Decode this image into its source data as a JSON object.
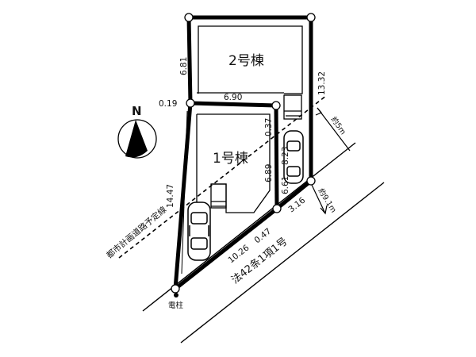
{
  "diagram": {
    "type": "site-plan",
    "colors": {
      "line": "#000000",
      "background": "#ffffff"
    },
    "buildings": [
      {
        "id": "building-2",
        "label": "2号棟"
      },
      {
        "id": "building-1",
        "label": "1号棟"
      }
    ],
    "compass": {
      "label": "N"
    },
    "dimensions": {
      "lot2_left": "6.81",
      "lot2_right": "13.32",
      "lot2_bottom": "6.90",
      "offset_019": "0.19",
      "lot1_left": "14.47",
      "lot1_right_upper": "0.37",
      "lot1_right_mid": "6.89",
      "driveway_a": "6.61",
      "driveway_b": "8.23",
      "frontage_main": "10.26",
      "frontage_small": "0.47",
      "frontage_right": "3.16"
    },
    "annotations": {
      "setback": "約5m",
      "road_width": "約9.1m",
      "planned_road": "都市計画道路予定線",
      "road_type": "法42条1項1号",
      "utility_pole": "電柱"
    }
  }
}
